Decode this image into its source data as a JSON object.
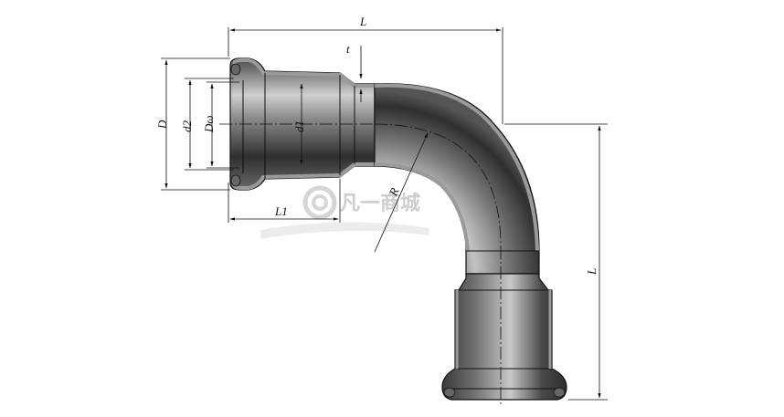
{
  "labels": {
    "L_top": "L",
    "L_right": "L",
    "t": "t",
    "D": "D",
    "d2": "d2",
    "Dw": "Dω",
    "d1": "d1",
    "L1": "L1",
    "R": "R"
  },
  "watermark": {
    "text": "凡一商城",
    "icon": "logo-circle-icon"
  },
  "colors": {
    "pipe_dark": "#3a3a3a",
    "pipe_light": "#d8d8d8",
    "wall": "#8a8a8a",
    "line": "#111111"
  }
}
